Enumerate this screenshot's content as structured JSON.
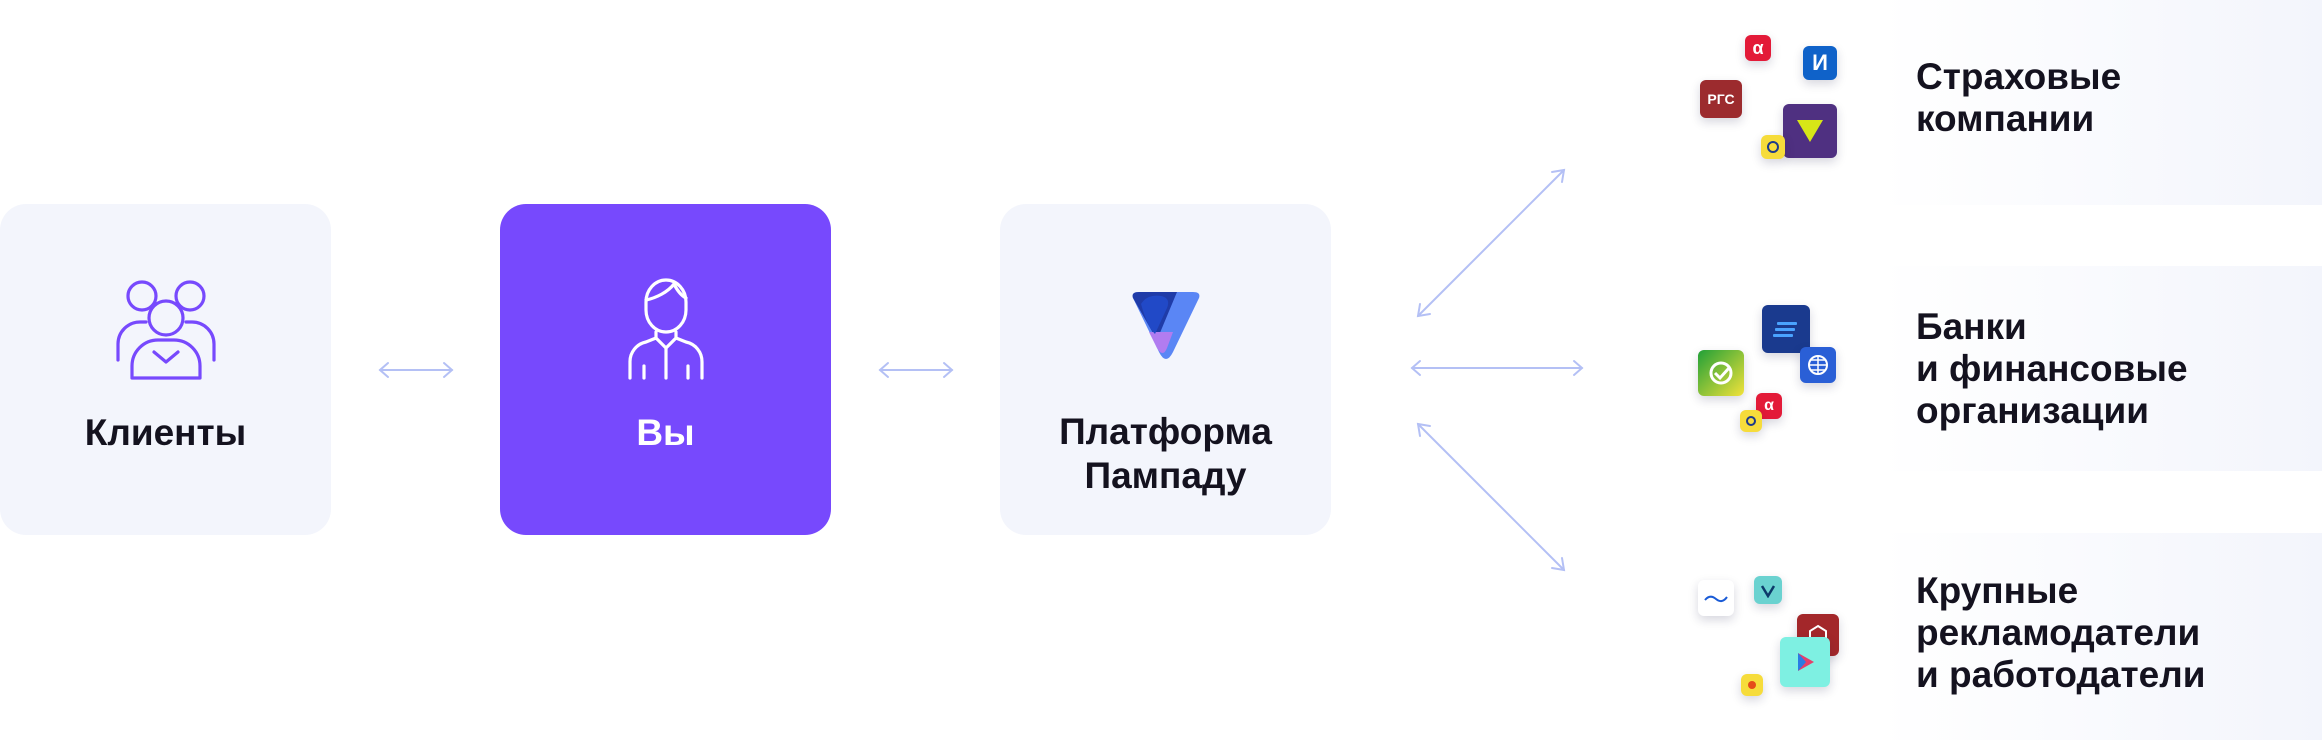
{
  "nodes": {
    "clients": {
      "label": "Клиенты"
    },
    "you": {
      "label": "Вы"
    },
    "platform": {
      "label": "Платформа\nПампаду"
    }
  },
  "categories": [
    {
      "label": "Страховые\nкомпании"
    },
    {
      "label": "Банки\nи финансовые\nорганизации"
    },
    {
      "label": "Крупные\nрекламодатели\nи работодатели"
    }
  ],
  "logos": {
    "rgs_text": "РГС",
    "alpha_text": "α",
    "ingos_text": "И"
  },
  "colors": {
    "accent": "#7749fd",
    "box_bg": "#f3f5fc",
    "arrow": "#b4c0f5",
    "text": "#14121f"
  },
  "icons": {
    "clients": "users-group-icon",
    "you": "person-icon",
    "platform": "pampadu-logo-icon"
  }
}
